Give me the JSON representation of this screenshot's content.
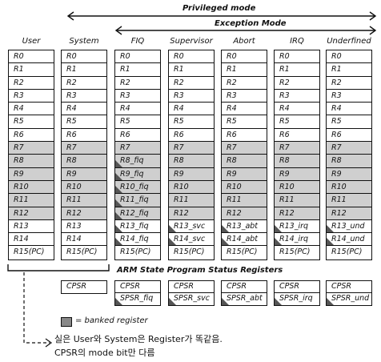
{
  "titles": {
    "privileged": "Privileged mode",
    "exception": "Exception Mode",
    "psr_title": "ARM State Program Status Registers"
  },
  "columns": [
    {
      "name": "User",
      "regs": [
        "R0",
        "R1",
        "R2",
        "R3",
        "R4",
        "R5",
        "R6",
        "R7",
        "R8",
        "R9",
        "R10",
        "R11",
        "R12",
        "R13",
        "R14",
        "R15(PC)"
      ],
      "banked": []
    },
    {
      "name": "System",
      "regs": [
        "R0",
        "R1",
        "R2",
        "R3",
        "R4",
        "R5",
        "R6",
        "R7",
        "R8",
        "R9",
        "R10",
        "R11",
        "R12",
        "R13",
        "R14",
        "R15(PC)"
      ],
      "banked": []
    },
    {
      "name": "FIQ",
      "regs": [
        "R0",
        "R1",
        "R2",
        "R3",
        "R4",
        "R5",
        "R6",
        "R7",
        "R8_fiq",
        "R9_fiq",
        "R10_fiq",
        "R11_fiq",
        "R12_fiq",
        "R13_fiq",
        "R14_fiq",
        "R15(PC)"
      ],
      "banked": [
        8,
        9,
        10,
        11,
        12,
        13,
        14
      ]
    },
    {
      "name": "Supervisor",
      "regs": [
        "R0",
        "R1",
        "R2",
        "R3",
        "R4",
        "R5",
        "R6",
        "R7",
        "R8",
        "R9",
        "R10",
        "R11",
        "R12",
        "R13_svc",
        "R14_svc",
        "R15(PC)"
      ],
      "banked": [
        13,
        14
      ]
    },
    {
      "name": "Abort",
      "regs": [
        "R0",
        "R1",
        "R2",
        "R3",
        "R4",
        "R5",
        "R6",
        "R7",
        "R8",
        "R9",
        "R10",
        "R11",
        "R12",
        "R13_abt",
        "R14_abt",
        "R15(PC)"
      ],
      "banked": [
        13,
        14
      ]
    },
    {
      "name": "IRQ",
      "regs": [
        "R0",
        "R1",
        "R2",
        "R3",
        "R4",
        "R5",
        "R6",
        "R7",
        "R8",
        "R9",
        "R10",
        "R11",
        "R12",
        "R13_irq",
        "R14_irq",
        "R15(PC)"
      ],
      "banked": [
        13,
        14
      ]
    },
    {
      "name": "Underfined",
      "regs": [
        "R0",
        "R1",
        "R2",
        "R3",
        "R4",
        "R5",
        "R6",
        "R7",
        "R8",
        "R9",
        "R10",
        "R11",
        "R12",
        "R13_und",
        "R14_und",
        "R15(PC)"
      ],
      "banked": [
        13,
        14
      ]
    }
  ],
  "psr": [
    {
      "cells": [
        "CPSR"
      ]
    },
    {
      "cells": [
        "CPSR",
        "SPSR_fiq"
      ]
    },
    {
      "cells": [
        "CPSR",
        "SPSR_svc"
      ]
    },
    {
      "cells": [
        "CPSR",
        "SPSR_abt"
      ]
    },
    {
      "cells": [
        "CPSR",
        "SPSR_irq"
      ]
    },
    {
      "cells": [
        "CPSR",
        "SPSR_und"
      ]
    }
  ],
  "legend": "= banked register",
  "note": {
    "line1": "실은 User와 System은 Register가 똑같음.",
    "line2": "CPSR의 mode bit만 다름"
  }
}
